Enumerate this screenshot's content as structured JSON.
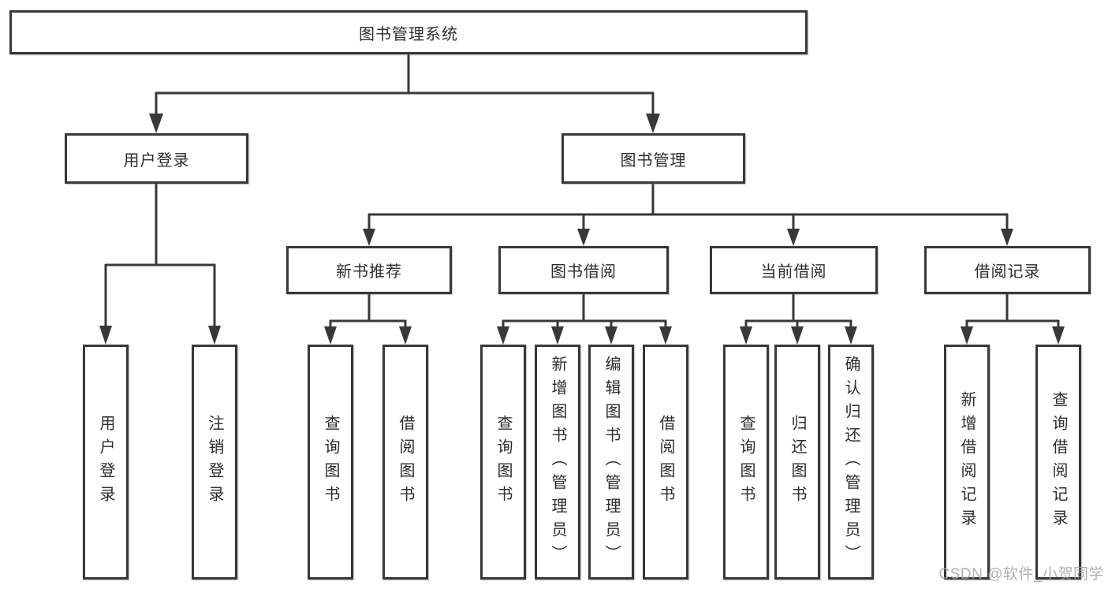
{
  "diagram": {
    "root": {
      "label": "图书管理系统"
    },
    "user_login": {
      "label": "用户登录",
      "children": [
        {
          "label": "用户登录"
        },
        {
          "label": "注销登录"
        }
      ]
    },
    "book_mgmt": {
      "label": "图书管理",
      "sections": [
        {
          "label": "新书推荐",
          "children": [
            {
              "label": "查询图书"
            },
            {
              "label": "借阅图书"
            }
          ]
        },
        {
          "label": "图书借阅",
          "children": [
            {
              "label": "查询图书"
            },
            {
              "label": "新增图书（管理员）"
            },
            {
              "label": "编辑图书（管理员）"
            },
            {
              "label": "借阅图书"
            }
          ]
        },
        {
          "label": "当前借阅",
          "children": [
            {
              "label": "查询图书"
            },
            {
              "label": "归还图书"
            },
            {
              "label": "确认归还（管理员）"
            }
          ]
        },
        {
          "label": "借阅记录",
          "children": [
            {
              "label": "新增借阅记录"
            },
            {
              "label": "查询借阅记录"
            }
          ]
        }
      ]
    }
  },
  "watermark": {
    "text": "CSDN @软件_小贺同学"
  },
  "colors": {
    "line": "#383838",
    "box_border": "#383838",
    "box_background": "#ffffff",
    "text": "#2d2d2d",
    "watermark": "#a3a3a3"
  }
}
